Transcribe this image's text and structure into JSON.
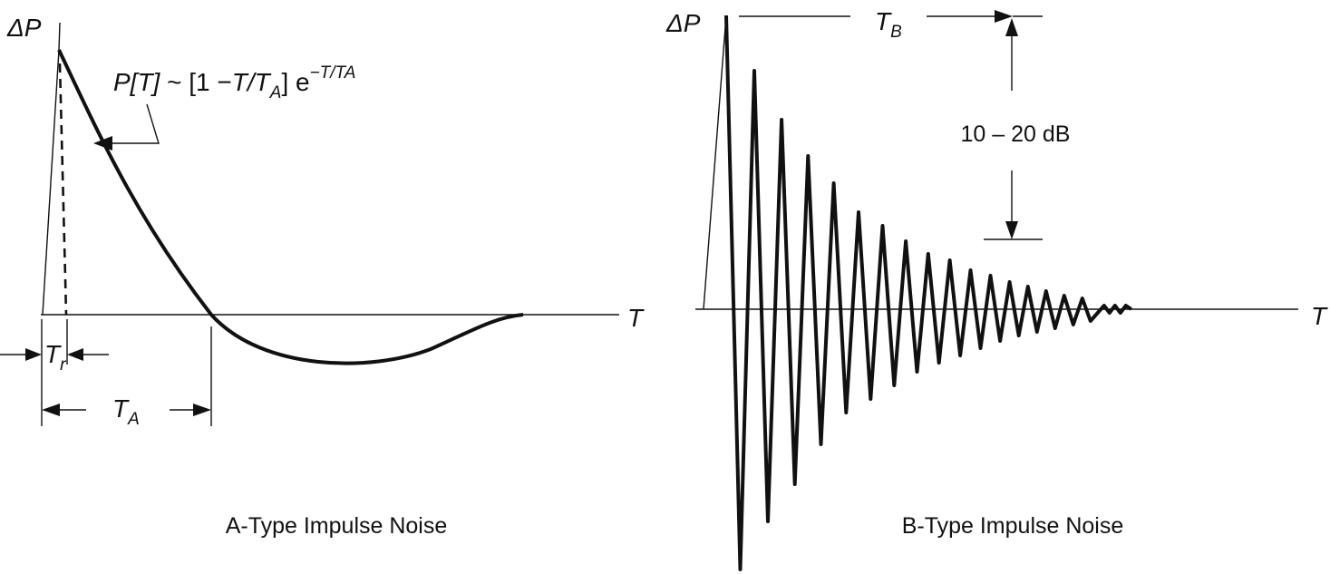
{
  "panel_a": {
    "y_axis_label": "ΔP",
    "x_axis_label": "T",
    "formula": {
      "lhs": "P[T]",
      "op": " ~ [1 −",
      "t_over": "T/T",
      "t_sub": "A",
      "close": "] e",
      "exp": "−T/TA"
    },
    "rise_time_label": "T",
    "rise_time_sub": "r",
    "duration_label": "T",
    "duration_sub": "A",
    "caption": "A-Type Impulse Noise"
  },
  "panel_b": {
    "y_axis_label": "ΔP",
    "x_axis_label": "T",
    "duration_label": "T",
    "duration_sub": "B",
    "decay_label": "10 – 20 dB",
    "caption": "B-Type Impulse Noise",
    "oscillation": {
      "peak_count": 17,
      "peak_tail_count": 5,
      "initial_amplitude": 1.0,
      "envelope": "exponential decay"
    }
  },
  "colors": {
    "ink": "#111111",
    "background": "#ffffff"
  }
}
